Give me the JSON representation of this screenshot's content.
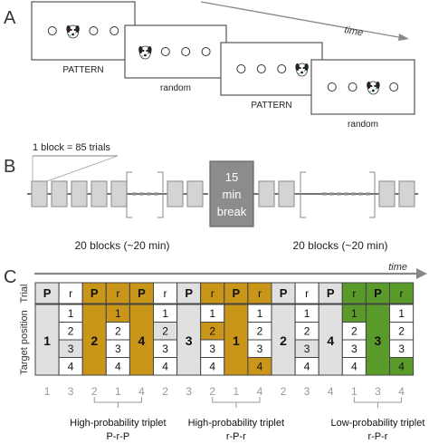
{
  "panel_a": {
    "panel_label": "A",
    "time_label": "time",
    "screens": [
      {
        "label": "PATTERN",
        "target_index": 1
      },
      {
        "label": "random",
        "target_index": 0
      },
      {
        "label": "PATTERN",
        "target_index": 3
      },
      {
        "label": "random",
        "target_index": 2
      }
    ]
  },
  "panel_b": {
    "panel_label": "B",
    "block_note": "1 block = 85 trials",
    "break_lines": [
      "15",
      "min",
      "break"
    ],
    "left_duration": "20 blocks (~20 min)",
    "right_duration": "20 blocks (~20 min)",
    "colors": {
      "block_fill": "#d4d4d4",
      "block_stroke": "#9a9a9a",
      "break_fill": "#8c8c8c"
    }
  },
  "panel_c": {
    "panel_label": "C",
    "time_label": "time",
    "row_header_trial": "Trial",
    "row_header_position": "Target position",
    "colors": {
      "gold": "#c9961a",
      "green": "#5a9a2a",
      "random_gray": "#e0e0e0",
      "stroke": "#444444"
    },
    "columns": [
      {
        "trial": "P",
        "type": "P",
        "target": 1,
        "bottom": "1"
      },
      {
        "trial": "r",
        "type": "r",
        "target": 3,
        "bottom": "3"
      },
      {
        "trial": "P",
        "type": "P",
        "target": 2,
        "bottom": "2",
        "hl": "gold"
      },
      {
        "trial": "r",
        "type": "r",
        "target": 1,
        "bottom": "1",
        "hl": "gold"
      },
      {
        "trial": "P",
        "type": "P",
        "target": 4,
        "bottom": "4",
        "hl": "gold"
      },
      {
        "trial": "r",
        "type": "r",
        "target": 2,
        "bottom": "2"
      },
      {
        "trial": "P",
        "type": "P",
        "target": 3,
        "bottom": "3"
      },
      {
        "trial": "r",
        "type": "r",
        "target": 2,
        "bottom": "2",
        "hl": "gold"
      },
      {
        "trial": "P",
        "type": "P",
        "target": 1,
        "bottom": "1",
        "hl": "gold"
      },
      {
        "trial": "r",
        "type": "r",
        "target": 4,
        "bottom": "4",
        "hl": "gold"
      },
      {
        "trial": "P",
        "type": "P",
        "target": 2,
        "bottom": "2"
      },
      {
        "trial": "r",
        "type": "r",
        "target": 3,
        "bottom": "3"
      },
      {
        "trial": "P",
        "type": "P",
        "target": 4,
        "bottom": "4"
      },
      {
        "trial": "r",
        "type": "r",
        "target": 1,
        "bottom": "1",
        "hl": "green"
      },
      {
        "trial": "P",
        "type": "P",
        "target": 3,
        "bottom": "3",
        "hl": "green"
      },
      {
        "trial": "r",
        "type": "r",
        "target": 4,
        "bottom": "4",
        "hl": "green"
      }
    ],
    "triplets": [
      {
        "name": "High-probability triplet",
        "pattern": "P-r-P",
        "start": 2
      },
      {
        "name": "High-probability triplet",
        "pattern": "r-P-r",
        "start": 7
      },
      {
        "name": "Low-probability triplet",
        "pattern": "r-P-r",
        "start": 13
      }
    ]
  }
}
